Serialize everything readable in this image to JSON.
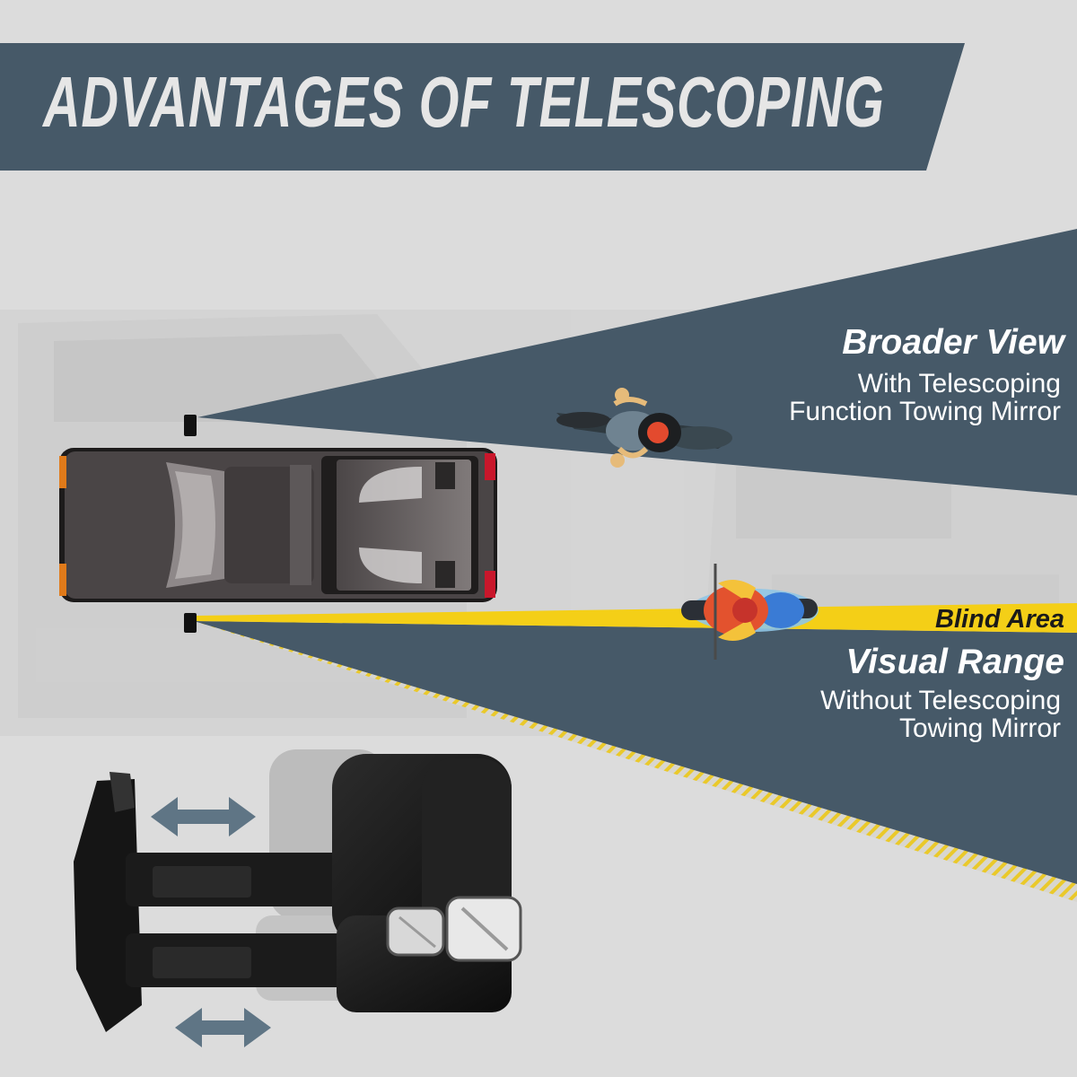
{
  "title": "ADVANTAGES OF TELESCOPING",
  "broader": {
    "heading": "Broader View",
    "line1": "With Telescoping",
    "line2": "Function Towing Mirror"
  },
  "blind_area": "Blind Area",
  "visual": {
    "heading": "Visual Range",
    "line1": "Without Telescoping",
    "line2": "Towing Mirror"
  },
  "colors": {
    "banner": "#465968",
    "cone": "#465968",
    "blind": "#f4cf17",
    "truck": "#4a4546",
    "background": "#dcdcdc"
  },
  "icons": [
    "truck-top-view",
    "motorcycle-rider",
    "telescoping-towing-mirror",
    "double-arrow"
  ]
}
